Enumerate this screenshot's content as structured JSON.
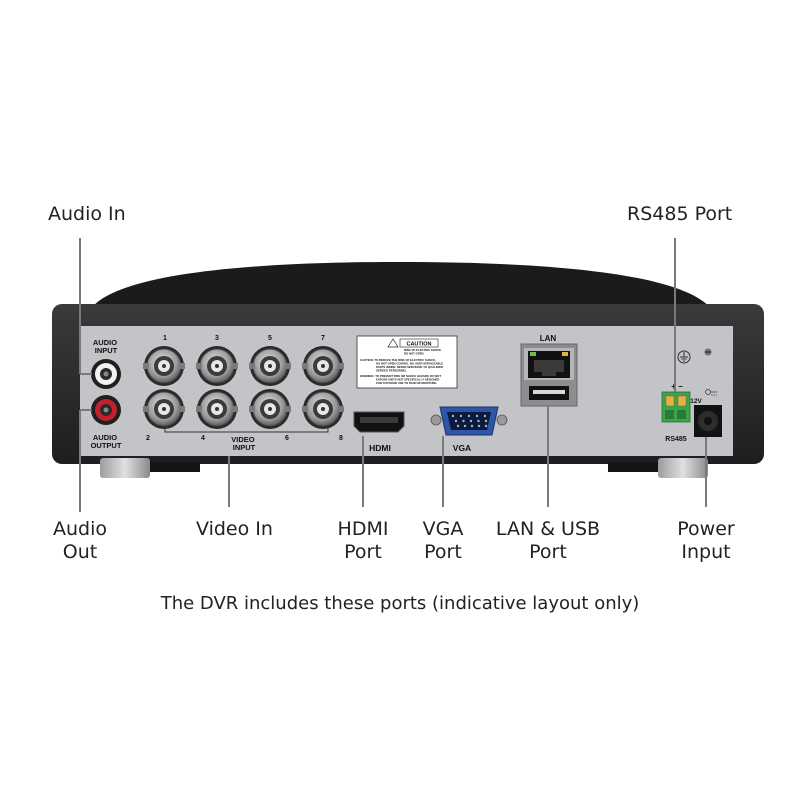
{
  "callouts": {
    "audio_in": "Audio In",
    "audio_out": [
      "Audio",
      "Out"
    ],
    "video_in": "Video In",
    "hdmi_port": [
      "HDMI",
      "Port"
    ],
    "vga_port": [
      "VGA",
      "Port"
    ],
    "lan_usb_port": [
      "LAN & USB",
      "Port"
    ],
    "power_input": [
      "Power",
      "Input"
    ],
    "rs485_port": "RS485 Port"
  },
  "caption": "The DVR includes these ports (indicative layout only)",
  "panel_labels": {
    "audio_input": [
      "AUDIO",
      "INPUT"
    ],
    "audio_output": [
      "AUDIO",
      "OUTPUT"
    ],
    "video_input": [
      "VIDEO",
      "INPUT"
    ],
    "channels_top": [
      "1",
      "3",
      "5",
      "7"
    ],
    "channels_bottom": [
      "2",
      "4",
      "6",
      "8"
    ],
    "hdmi": "HDMI",
    "vga": "VGA",
    "lan": "LAN",
    "rs485": "RS485",
    "power_voltage": "12V",
    "rs485_polarity": "+ −",
    "caution_title": "CAUTION",
    "caution_lines": [
      "RISK OF ELECTRIC SHOCK",
      "DO NOT OPEN",
      "CAUTION: TO REDUCE THE RISK OF ELECTRIC SHOCK,",
      "DO NOT OPEN COVERS. NO USER SERVICEABLE",
      "PARTS INSIDE. REFER SERVICING TO QUALIFIED",
      "SERVICE PERSONNEL.",
      "WARNING: TO PREVENT FIRE OR SHOCK HAZARD, DO NOT",
      "EXPOSE UNITS NOT SPECIFICALLY DESIGNED",
      "FOR OUTDOOR USE TO RAIN OR MOISTURE."
    ]
  },
  "colors": {
    "case": "#2b2b2d",
    "panel": "#c3c4c7",
    "leader_line": "#7a7a7a",
    "vga_blue": "#2e55a6",
    "terminal_green": "#3aa54a",
    "audio_red": "#c3202f"
  }
}
